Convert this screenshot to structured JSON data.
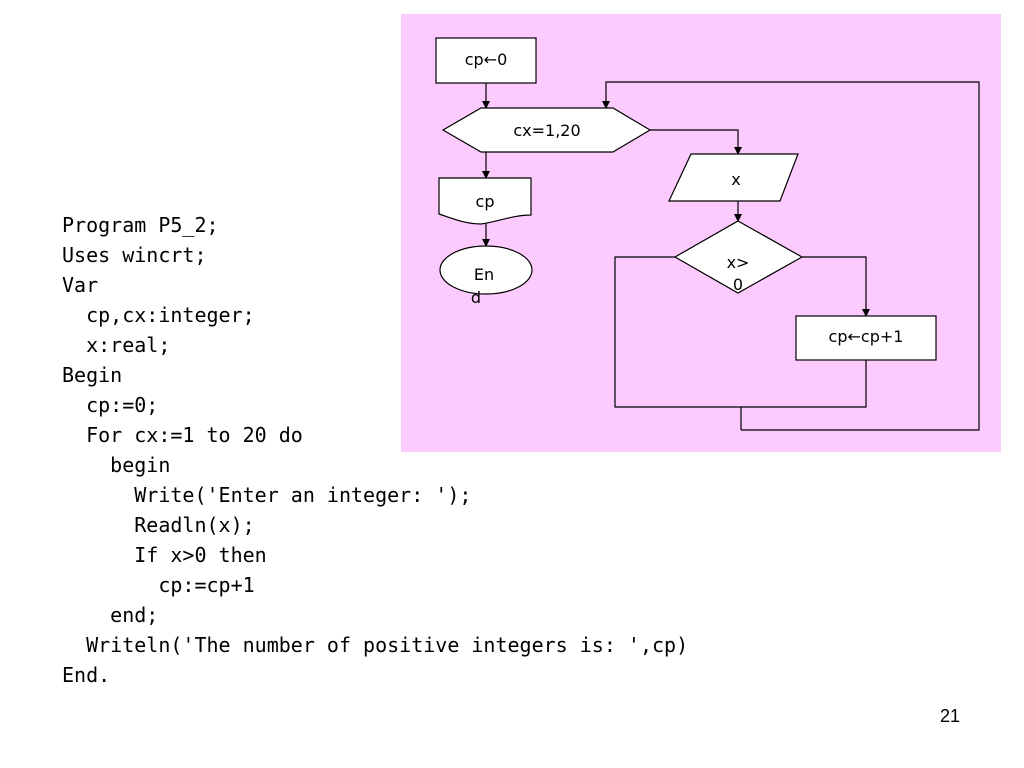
{
  "colors": {
    "panel_background": "#fccafc",
    "shape_fill": "#ffffff",
    "stroke": "#000000",
    "text": "#000000"
  },
  "flowchart": {
    "nodes": {
      "init": "cp←0",
      "loop": "cx=1,20",
      "input": "x",
      "decision_line1": "x>",
      "decision_line2": "0",
      "increment": "cp←cp+1",
      "output": "cp",
      "end_line1": "En",
      "end_line2": "d"
    }
  },
  "code": {
    "lines": [
      "Program P5_2;",
      "Uses wincrt;",
      "Var",
      "  cp,cx:integer;",
      "  x:real;",
      "Begin",
      "  cp:=0;",
      "  For cx:=1 to 20 do",
      "    begin",
      "      Write('Enter an integer: ');",
      "      Readln(x);",
      "      If x>0 then",
      "        cp:=cp+1",
      "    end;",
      "  Writeln('The number of positive integers is: ',cp)",
      "End."
    ]
  },
  "slide_number": "21"
}
